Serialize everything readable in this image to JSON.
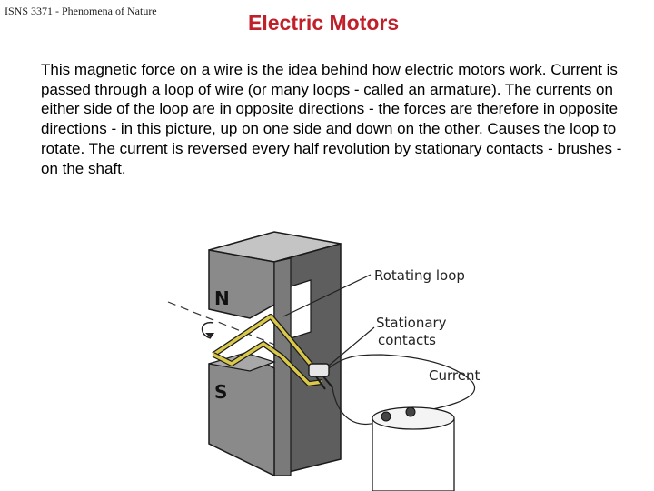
{
  "header": {
    "course": "ISNS 3371 - Phenomena of Nature",
    "title": "Electric Motors"
  },
  "body": {
    "paragraph": "This magnetic force on a wire is the idea behind how electric motors work. Current is passed through a loop of wire (or many loops - called an armature). The currents on either side of the loop are in opposite directions - the forces are therefore in opposite directions - in this picture, up on one side and down on the other. Causes the loop to rotate. The current is reversed every half revolution by stationary contacts - brushes - on the shaft."
  },
  "diagram": {
    "pole_north": "N",
    "pole_south": "S",
    "label_rotating_loop": "Rotating loop",
    "label_stationary_line1": "Stationary",
    "label_stationary_line2": "contacts",
    "label_current": "Current",
    "colors": {
      "magnet_front": "#8a8a8a",
      "magnet_top": "#c4c4c4",
      "magnet_side": "#5e5e5e",
      "loop": "#d9c84a",
      "outline": "#1a1a1a"
    }
  }
}
